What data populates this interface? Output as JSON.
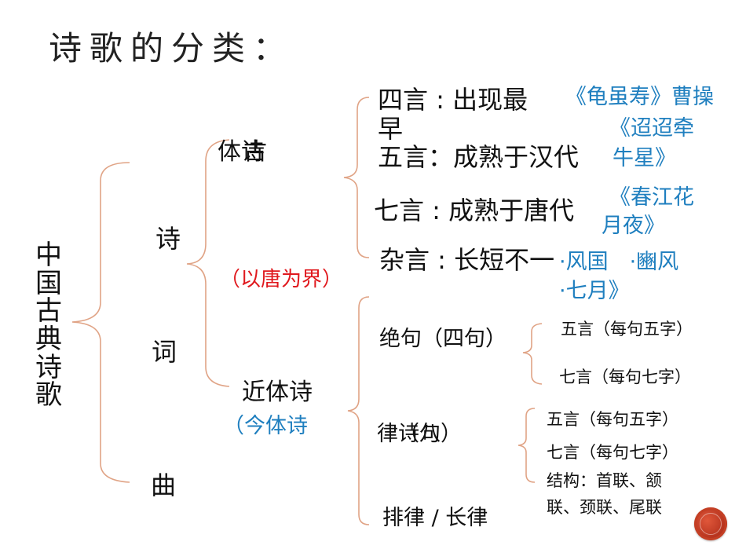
{
  "title": "诗歌的分类：",
  "root": "中国古典诗歌",
  "level1": {
    "shi": "诗",
    "ci": "词",
    "qu": "曲"
  },
  "gutishi": {
    "label_a": "体诗",
    "label_b": "古",
    "boundary": "（以唐为界）"
  },
  "jintishi": {
    "label": "近体诗",
    "alias": "（今体诗"
  },
  "gutishi_types": {
    "four_a": "四言 : 出现最",
    "four_b": "早",
    "five": "五言：成熟于汉代",
    "seven": "七言 : 成熟于唐代",
    "misc": "杂言 : 长短不一"
  },
  "examples": {
    "four": "《龟虽寿》曹操",
    "five_1": "《迢迢牵",
    "five_2": "牛星》",
    "seven_1": "《春江花",
    "seven_2": "月夜》",
    "misc_1": "·风国　·豳风",
    "misc_2": "·七月》"
  },
  "jintishi_types": {
    "jueju": "绝句（四句）",
    "lushi_a": "律诗句）",
    "lushi_b": "（八",
    "pailu": "排律 / 长律"
  },
  "jueju_detail": {
    "five": "五言（每句五字）",
    "seven": "七言（每句七字）"
  },
  "lushi_detail": {
    "five": "五言（每句五字）",
    "seven": "七言（每句七字）",
    "structure_1": "结构：首联、颔",
    "structure_2": "联、颈联、尾联"
  },
  "colors": {
    "text": "#111111",
    "blue": "#1f7fbf",
    "red": "#e0191e",
    "bracket": "#e0a385",
    "nav": "#c43f24"
  }
}
